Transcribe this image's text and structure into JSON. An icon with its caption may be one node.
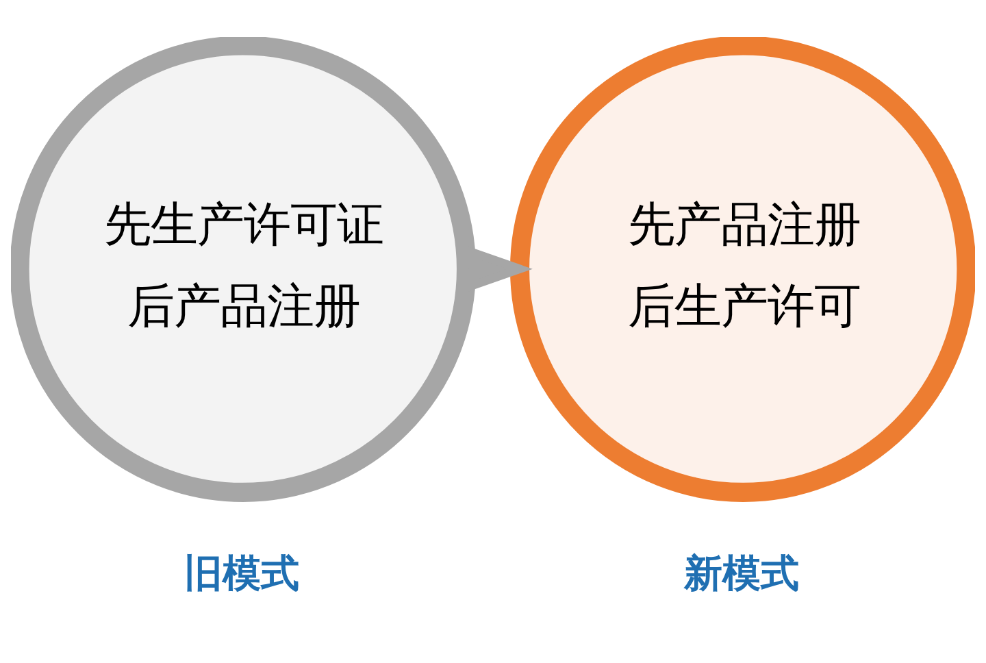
{
  "diagram": {
    "nodes": [
      {
        "text": [
          "先生产许可证",
          "后产品注册"
        ],
        "beside": [
          "旧模式"
        ]
      },
      {
        "text": [
          "先产品注册",
          "后生产许可"
        ],
        "beside": [
          "新模式"
        ]
      }
    ],
    "edges": [
      {
        "from": 0,
        "to": 1,
        "arrow": "to"
      }
    ]
  }
}
